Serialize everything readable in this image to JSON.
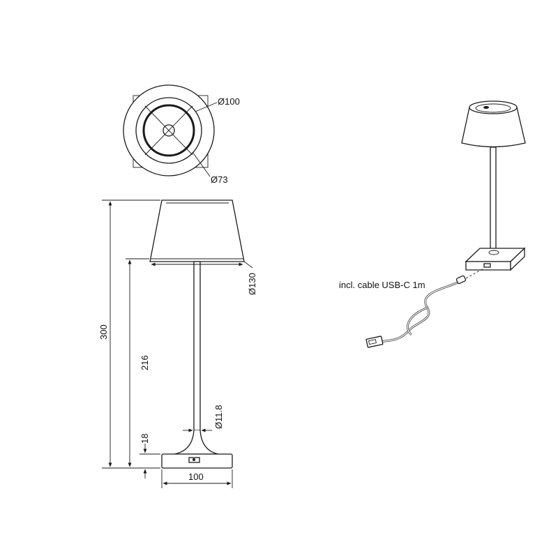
{
  "dimensions": {
    "top_outer_diameter": "Ø100",
    "top_inner_diameter": "Ø73",
    "shade_diameter": "Ø130",
    "total_height": "300",
    "stem_height": "216",
    "stem_diameter": "Ø11.8",
    "base_height": "18",
    "base_width": "100"
  },
  "note": {
    "cable": "incl. cable USB-C 1m"
  }
}
